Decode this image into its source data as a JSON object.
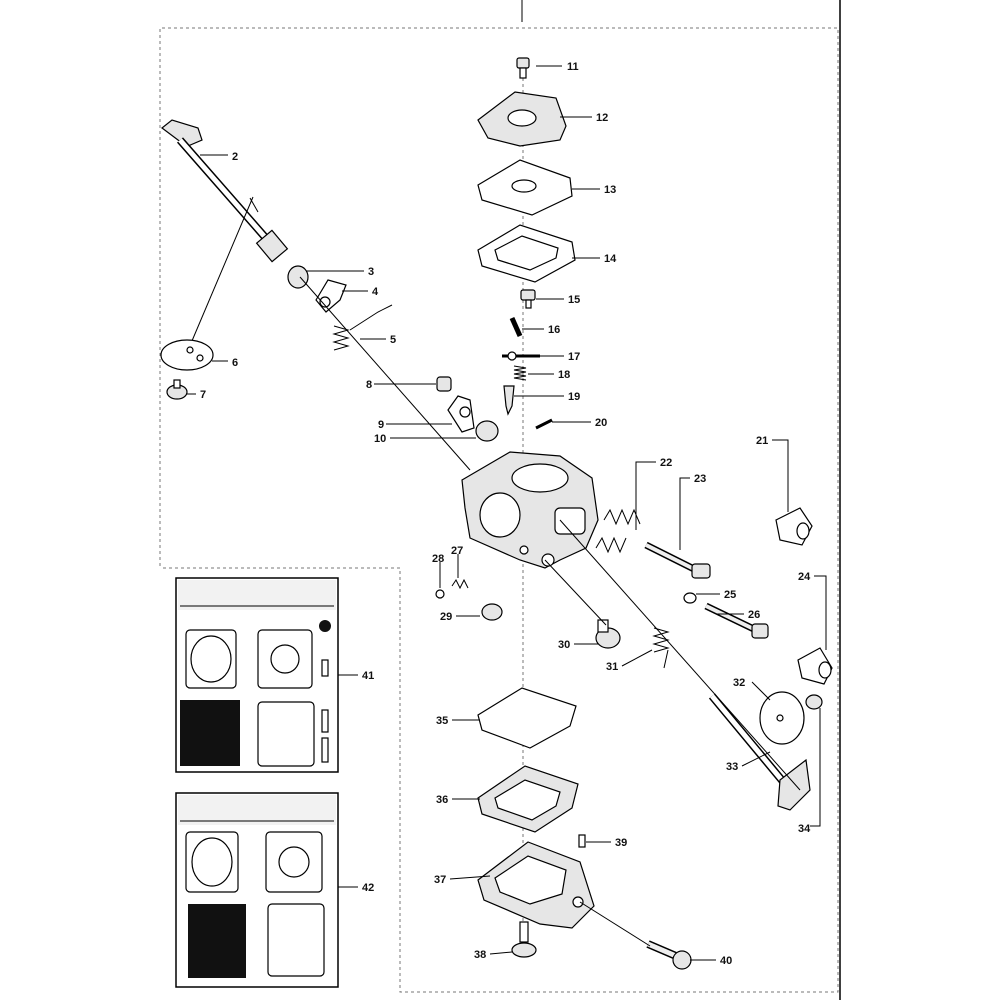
{
  "parts": [
    {
      "id": "11",
      "label": "11"
    },
    {
      "id": "12",
      "label": "12"
    },
    {
      "id": "13",
      "label": "13"
    },
    {
      "id": "14",
      "label": "14"
    },
    {
      "id": "2",
      "label": "2"
    },
    {
      "id": "3",
      "label": "3"
    },
    {
      "id": "4",
      "label": "4"
    },
    {
      "id": "5",
      "label": "5"
    },
    {
      "id": "6",
      "label": "6"
    },
    {
      "id": "7",
      "label": "7"
    },
    {
      "id": "15",
      "label": "15"
    },
    {
      "id": "16",
      "label": "16"
    },
    {
      "id": "17",
      "label": "17"
    },
    {
      "id": "18",
      "label": "18"
    },
    {
      "id": "19",
      "label": "19"
    },
    {
      "id": "8",
      "label": "8"
    },
    {
      "id": "9",
      "label": "9"
    },
    {
      "id": "10",
      "label": "10"
    },
    {
      "id": "20",
      "label": "20"
    },
    {
      "id": "21",
      "label": "21"
    },
    {
      "id": "22",
      "label": "22"
    },
    {
      "id": "23",
      "label": "23"
    },
    {
      "id": "24",
      "label": "24"
    },
    {
      "id": "25",
      "label": "25"
    },
    {
      "id": "26",
      "label": "26"
    },
    {
      "id": "27",
      "label": "27"
    },
    {
      "id": "28",
      "label": "28"
    },
    {
      "id": "29",
      "label": "29"
    },
    {
      "id": "30",
      "label": "30"
    },
    {
      "id": "31",
      "label": "31"
    },
    {
      "id": "32",
      "label": "32"
    },
    {
      "id": "33",
      "label": "33"
    },
    {
      "id": "34",
      "label": "34"
    },
    {
      "id": "35",
      "label": "35"
    },
    {
      "id": "36",
      "label": "36"
    },
    {
      "id": "37",
      "label": "37"
    },
    {
      "id": "38",
      "label": "38"
    },
    {
      "id": "39",
      "label": "39"
    },
    {
      "id": "40",
      "label": "40"
    },
    {
      "id": "41",
      "label": "41"
    },
    {
      "id": "42",
      "label": "42"
    }
  ]
}
